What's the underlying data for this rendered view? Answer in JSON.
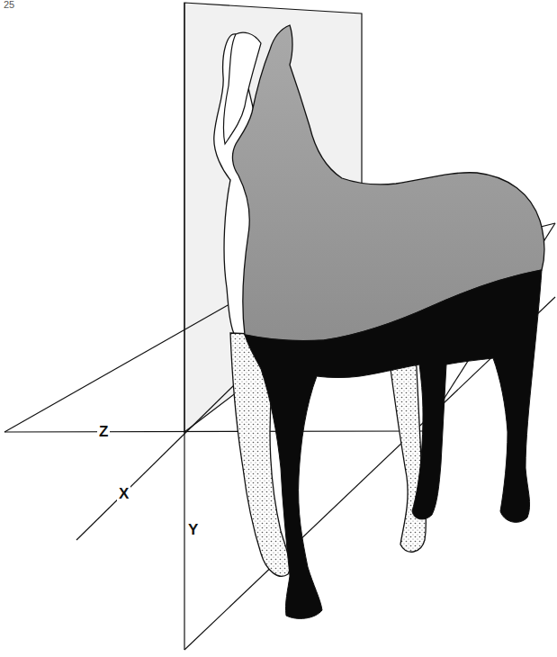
{
  "diagram": {
    "labels": [
      "25",
      "Z",
      "X",
      "Y"
    ]
  }
}
